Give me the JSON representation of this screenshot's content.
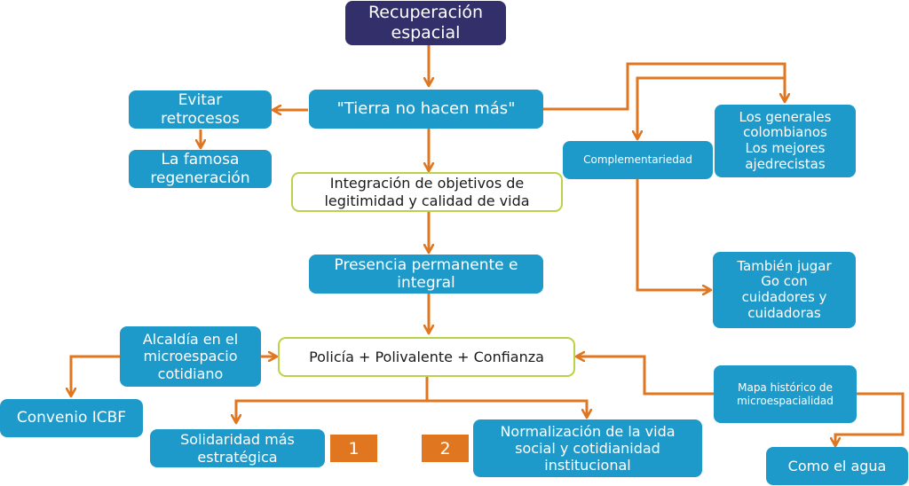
{
  "diagram": {
    "colors": {
      "node_blue": "#1e9aca",
      "node_navy": "#332f6b",
      "outline_border": "#bcd14a",
      "connector": "#e0761f",
      "tag": "#e0761f"
    },
    "nodes": {
      "recuperacion": "Recuperación\nespacial",
      "tierra": "\"Tierra no hacen más\"",
      "evitar": "Evitar\nretrocesos",
      "famosa": "La famosa\nregeneración",
      "integracion": "Integración de objetivos de\nlegitimidad y calidad de vida",
      "presencia": "Presencia permanente e\nintegral",
      "complementariedad": "Complementariedad",
      "generales": "Los generales\ncolombianos\nLos mejores\najedrecistas",
      "go": "También jugar\nGo con\ncuidadores y\ncuidadoras",
      "alcaldia": "Alcaldía en el\nmicroespacio\ncotidiano",
      "policia": "Policía + Polivalente + Confianza",
      "convenio": "Convenio ICBF",
      "solidaridad": "Solidaridad más\nestratégica",
      "normalizacion": "Normalización de la vida\nsocial y cotidianidad\ninstitucional",
      "mapa": "Mapa histórico de\nmicroespacialidad",
      "agua": "Como el agua"
    },
    "tags": [
      "1",
      "2"
    ],
    "edges": [
      {
        "from": "recuperacion",
        "to": "tierra"
      },
      {
        "from": "tierra",
        "to": "evitar"
      },
      {
        "from": "evitar",
        "to": "famosa"
      },
      {
        "from": "tierra",
        "to": "integracion"
      },
      {
        "from": "tierra",
        "to": "complementariedad"
      },
      {
        "from": "tierra",
        "to": "generales"
      },
      {
        "from": "complementariedad",
        "to": "go"
      },
      {
        "from": "integracion",
        "to": "presencia"
      },
      {
        "from": "presencia",
        "to": "policia"
      },
      {
        "from": "alcaldia",
        "to": "policia"
      },
      {
        "from": "alcaldia",
        "to": "convenio"
      },
      {
        "from": "policia",
        "to": "solidaridad"
      },
      {
        "from": "policia",
        "to": "normalizacion"
      },
      {
        "from": "mapa",
        "to": "policia"
      },
      {
        "from": "mapa",
        "to": "agua"
      }
    ]
  }
}
